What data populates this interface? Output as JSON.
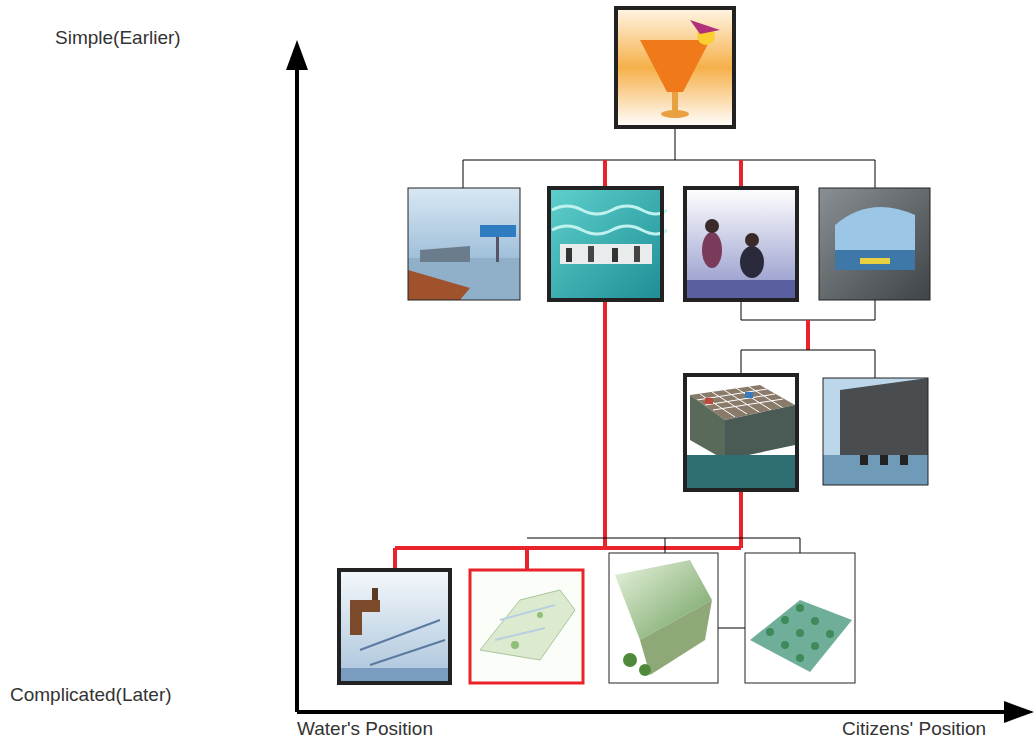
{
  "diagram": {
    "labels": [
      "Simple(Earlier)",
      "Complicated(Later)",
      "Water's Position",
      "Citizens' Position"
    ]
  }
}
